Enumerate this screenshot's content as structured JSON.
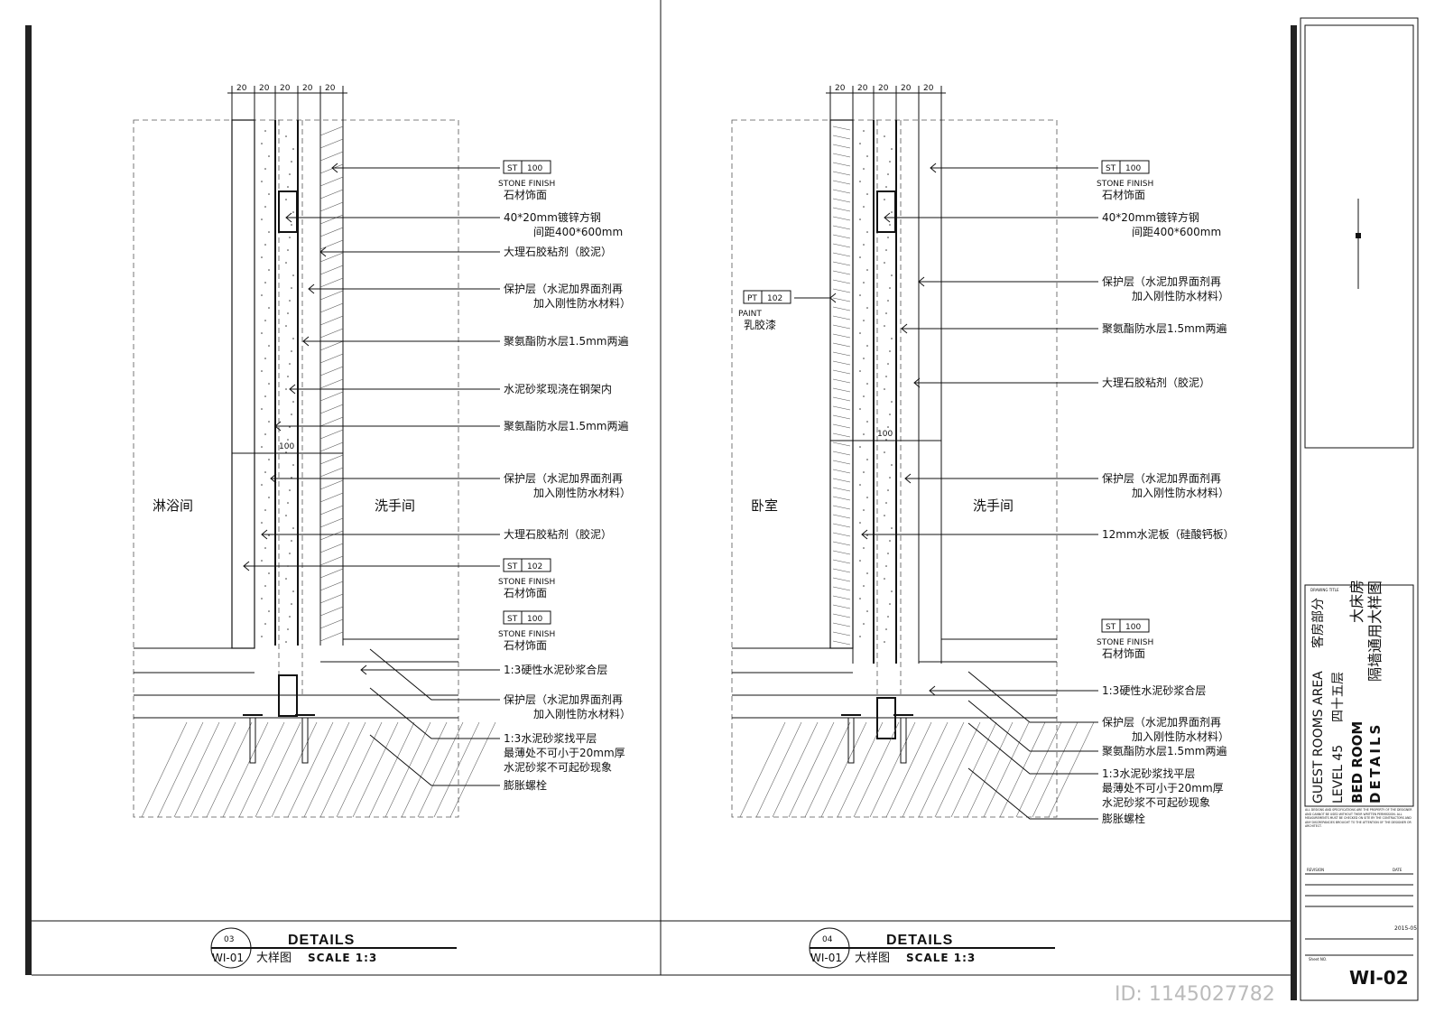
{
  "left_detail": {
    "dims": [
      "20",
      "20",
      "20",
      "20",
      "20"
    ],
    "total_dim": "100",
    "room_left": "淋浴间",
    "room_right": "洗手间",
    "labels": {
      "st100a_code": "ST",
      "st100a_num": "100",
      "st100a_en": "STONE FINISH",
      "st100a_cn": "石材饰面",
      "steel1": "40*20mm镀锌方钢",
      "steel2": "间距400*600mm",
      "glue1": "大理石胶粘剂（胶泥）",
      "prot1a": "保护层（水泥加界面剂再",
      "prot1b": "加入刚性防水材料）",
      "pu1": "聚氨酯防水层1.5mm两遍",
      "mortar": "水泥砂浆现浇在钢架内",
      "pu2": "聚氨酯防水层1.5mm两遍",
      "prot2a": "保护层（水泥加界面剂再",
      "prot2b": "加入刚性防水材料）",
      "glue2": "大理石胶粘剂（胶泥）",
      "st102_code": "ST",
      "st102_num": "102",
      "st102_en": "STONE FINISH",
      "st102_cn": "石材饰面",
      "st100b_code": "ST",
      "st100b_num": "100",
      "st100b_en": "STONE FINISH",
      "st100b_cn": "石材饰面",
      "hard": "1:3硬性水泥砂浆合层",
      "prot3a": "保护层（水泥加界面剂再",
      "prot3b": "加入刚性防水材料）",
      "level1": "1:3水泥砂浆找平层",
      "level2": "最薄处不可小于20mm厚",
      "level3": "水泥砂浆不可起砂现象",
      "bolt": "膨胀螺栓"
    },
    "tag_num": "03",
    "tag_sheet": "WI-01",
    "title": "DETAILS",
    "subtitle_cn": "大样图",
    "scale": "SCALE 1:3"
  },
  "right_detail": {
    "dims": [
      "20",
      "20",
      "20",
      "20",
      "20"
    ],
    "total_dim": "100",
    "room_left": "卧室",
    "room_right": "洗手间",
    "labels": {
      "st100a_code": "ST",
      "st100a_num": "100",
      "st100a_en": "STONE FINISH",
      "st100a_cn": "石材饰面",
      "steel1": "40*20mm镀锌方钢",
      "steel2": "间距400*600mm",
      "pt_code": "PT",
      "pt_num": "102",
      "pt_en": "PAINT",
      "pt_cn": "乳胶漆",
      "prot1a": "保护层（水泥加界面剂再",
      "prot1b": "加入刚性防水材料）",
      "pu1": "聚氨酯防水层1.5mm两遍",
      "glue": "大理石胶粘剂（胶泥）",
      "prot2a": "保护层（水泥加界面剂再",
      "prot2b": "加入刚性防水材料）",
      "board": "12mm水泥板（硅酸钙板）",
      "st100b_code": "ST",
      "st100b_num": "100",
      "st100b_en": "STONE FINISH",
      "st100b_cn": "石材饰面",
      "hard": "1:3硬性水泥砂浆合层",
      "prot3a": "保护层（水泥加界面剂再",
      "prot3b": "加入刚性防水材料）",
      "pu2": "聚氨酯防水层1.5mm两遍",
      "level1": "1:3水泥砂浆找平层",
      "level2": "最薄处不可小于20mm厚",
      "level3": "水泥砂浆不可起砂现象",
      "bolt": "膨胀螺栓"
    },
    "tag_num": "04",
    "tag_sheet": "WI-01",
    "title": "DETAILS",
    "subtitle_cn": "大样图",
    "scale": "SCALE 1:3"
  },
  "title_block": {
    "drawing_title_label": "DRAWING TITLE",
    "area_en": "GUEST ROOMS AREA",
    "area_cn": "客房部分",
    "level_en": "LEVEL 45",
    "level_cn": "四十五层",
    "room_en": "BED ROOM",
    "room_cn": "大床房",
    "details_en": "DETAILS",
    "details_cn": "隔墙通用大样图",
    "notice": "ALL DESIGNS AND SPECIFICATIONS ARE THE PROPERTY OF THE DESIGNER AND CANNOT BE USED WITHOUT THEIR WRITTEN PERMISSION. ALL MEASUREMENTS MUST BE CHECKED ON SITE BY THE CONTRACTORS AND ANY DISCREPANCIES BROUGHT TO THE ATTENTION OF THE DESIGNER OR ARCHITECT.",
    "revision_label": "REVISION",
    "date_label": "DATE",
    "date_value": "2015-05",
    "sheet_no_label": "Sheet NO.",
    "sheet_no": "WI-02"
  },
  "watermark": "ID: 1145027782"
}
